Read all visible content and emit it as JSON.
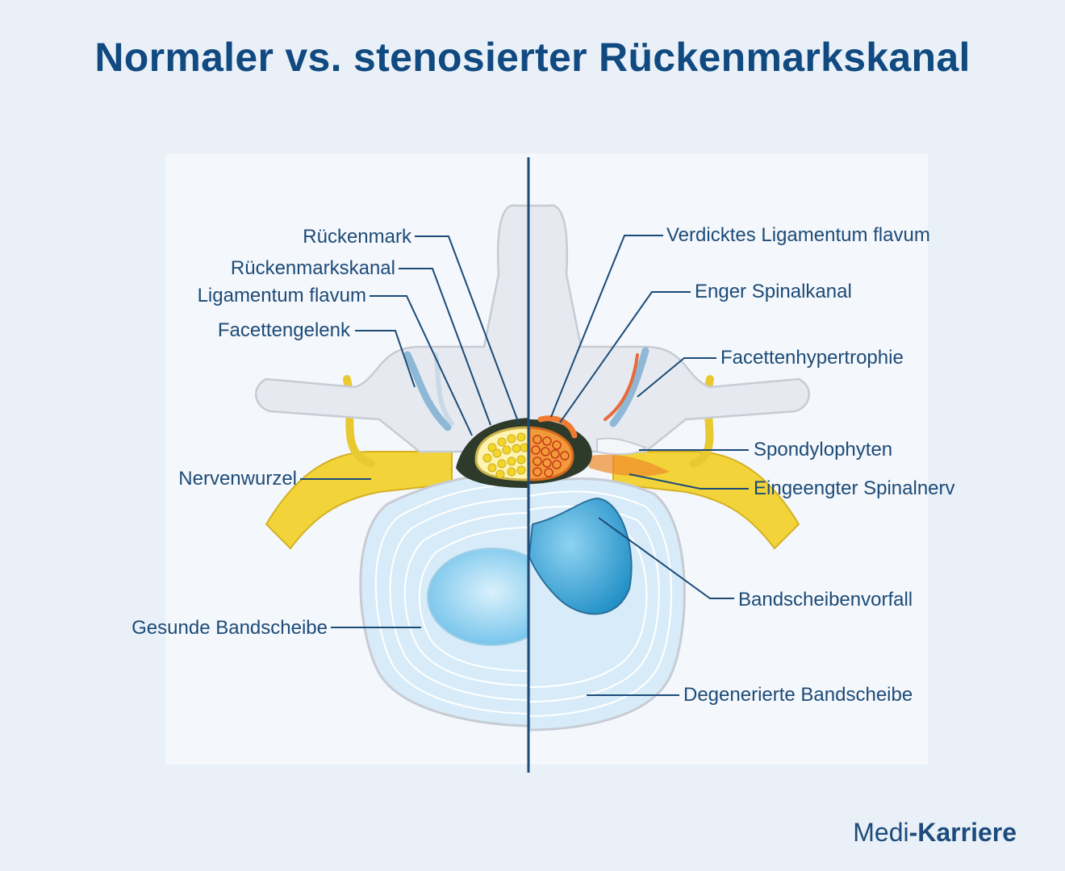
{
  "title": "Normaler vs. stenosierter Rückenmarkskanal",
  "labels_left": {
    "rueckenmark": "Rückenmark",
    "rueckenmarkskanal": "Rückenmarkskanal",
    "ligamentum_flavum": "Ligamentum flavum",
    "facettengelenk": "Facettengelenk",
    "nervenwurzel": "Nervenwurzel",
    "gesunde_bandscheibe": "Gesunde Bandscheibe"
  },
  "labels_right": {
    "verdicktes_ligamentum": "Verdicktes Ligamentum flavum",
    "enger_spinalkanal": "Enger Spinalkanal",
    "facettenhypertrophie": "Facettenhypertrophie",
    "spondylophyten": "Spondylophyten",
    "eingeengter_spinalnerv": "Eingeengter Spinalnerv",
    "bandscheibenvorfall": "Bandscheibenvorfall",
    "degenerierte_bandscheibe": "Degenerierte Bandscheibe"
  },
  "brand": {
    "part1": "Medi",
    "part2": "-Karriere"
  },
  "colors": {
    "title": "#114a80",
    "label": "#1c4b78",
    "leader": "#1c4b78",
    "bone": "#e4e8ee",
    "nerve": "#f2d43a",
    "disc": "#cfe6f5",
    "nucleus": "#5fb9e6",
    "inflamed": "#f08a2a"
  }
}
